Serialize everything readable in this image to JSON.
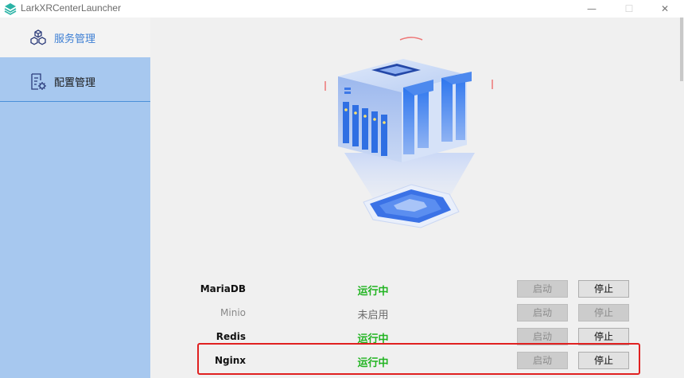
{
  "window": {
    "title": "LarkXRCenterLauncher",
    "minimize": "—",
    "maximize": "☐",
    "close": "✕"
  },
  "sidebar": {
    "items": [
      {
        "label": "服务管理",
        "icon": "cubes-icon",
        "active": true
      },
      {
        "label": "配置管理",
        "icon": "config-document-icon",
        "active": false
      }
    ]
  },
  "services": [
    {
      "name": "MariaDB",
      "status": "运行中",
      "running": true,
      "start_label": "启动",
      "stop_label": "停止",
      "start_enabled": false,
      "stop_enabled": true
    },
    {
      "name": "Minio",
      "status": "未启用",
      "running": false,
      "start_label": "启动",
      "stop_label": "停止",
      "start_enabled": false,
      "stop_enabled": false
    },
    {
      "name": "Redis",
      "status": "运行中",
      "running": true,
      "start_label": "启动",
      "stop_label": "停止",
      "start_enabled": false,
      "stop_enabled": true
    },
    {
      "name": "Nginx",
      "status": "运行中",
      "running": true,
      "start_label": "启动",
      "stop_label": "停止",
      "start_enabled": false,
      "stop_enabled": true,
      "highlighted": true
    }
  ],
  "colors": {
    "sidebar_bg": "#a7c8ef",
    "accent": "#3d7fd4",
    "running": "#22b422",
    "highlight": "#e02020"
  }
}
